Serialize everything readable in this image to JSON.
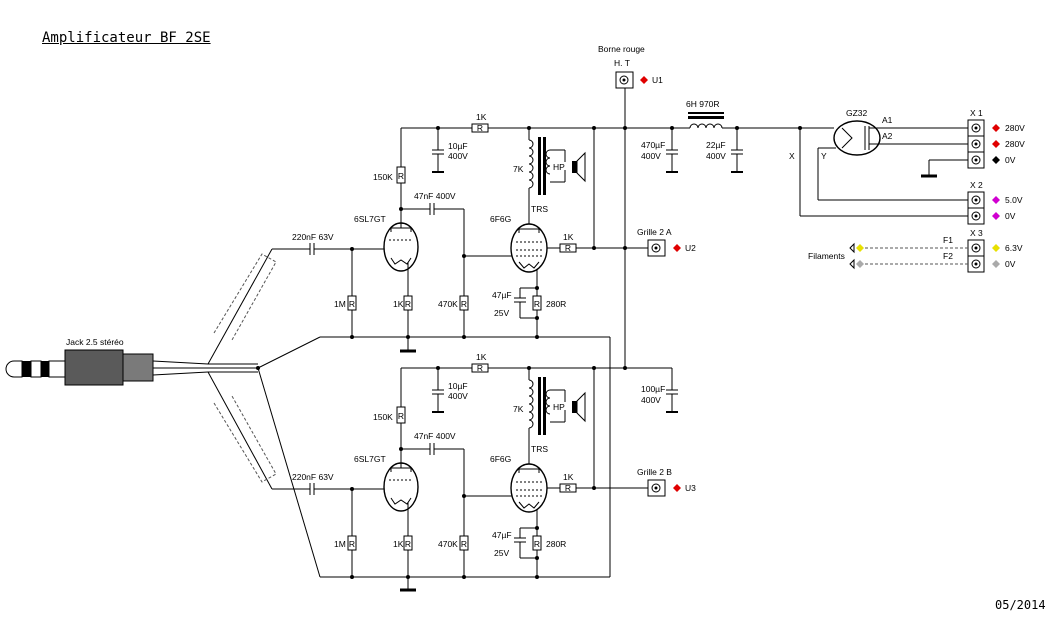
{
  "title": "Amplificateur BF 2SE",
  "date": "05/2014",
  "input": {
    "jack": "Jack 2.5 stéréo"
  },
  "supply": {
    "ht_terminal": "Borne rouge",
    "ht_label": "H. T",
    "ht_marker": "U1",
    "choke": "6H 970R",
    "cap_470": "470µF",
    "cap_470_v": "400V",
    "cap_22": "22µF",
    "cap_22_v": "400V",
    "cap_100": "100µF",
    "cap_100_v": "400V",
    "rectifier": "GZ32",
    "pin_a1": "A1",
    "pin_a2": "A2",
    "node_x": "X",
    "node_y": "Y"
  },
  "channel_a": {
    "input_cap": "220nF 63V",
    "grid_res": "1M",
    "driver_tube": "6SL7GT",
    "driver_cathode_res": "1K",
    "driver_load_res": "150K",
    "decoup_res": "1K",
    "decoup_cap": "10µF",
    "decoup_cap_v": "400V",
    "coupling_cap": "47nF 400V",
    "output_grid_res": "470K",
    "output_tube": "6F6G",
    "primary": "7K",
    "transformer": "TRS",
    "speaker": "HP",
    "g2_res": "1K",
    "g2_label": "Grille 2 A",
    "g2_marker": "U2",
    "cathode_cap": "47µF",
    "cathode_cap_v": "25V",
    "cathode_res": "280R"
  },
  "channel_b": {
    "input_cap": "220nF 63V",
    "grid_res": "1M",
    "driver_tube": "6SL7GT",
    "driver_cathode_res": "1K",
    "driver_load_res": "150K",
    "decoup_res": "1K",
    "decoup_cap": "10µF",
    "decoup_cap_v": "400V",
    "coupling_cap": "47nF 400V",
    "output_grid_res": "470K",
    "output_tube": "6F6G",
    "primary": "7K",
    "transformer": "TRS",
    "speaker": "HP",
    "g2_res": "1K",
    "g2_label": "Grille 2 B",
    "g2_marker": "U3",
    "cathode_cap": "47µF",
    "cathode_cap_v": "25V",
    "cathode_res": "280R"
  },
  "connectors": {
    "x1": {
      "label": "X 1",
      "pins": [
        "280V",
        "280V",
        "0V"
      ],
      "colors": [
        "#e00000",
        "#e00000",
        "#000000"
      ]
    },
    "x2": {
      "label": "X 2",
      "pins": [
        "5.0V",
        "0V"
      ],
      "colors": [
        "#d000d0",
        "#d000d0"
      ]
    },
    "x3": {
      "label": "X 3",
      "pins": [
        "6.3V",
        "0V"
      ],
      "colors": [
        "#e8e000",
        "#aaaaaa"
      ]
    },
    "filaments": "Filaments",
    "f1": "F1",
    "f2": "F2"
  }
}
